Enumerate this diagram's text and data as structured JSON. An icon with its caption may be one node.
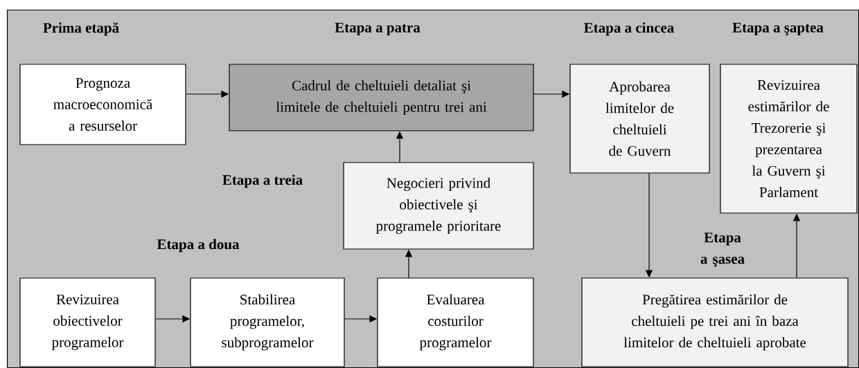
{
  "diagram": {
    "nodes": [
      {
        "text": [
          "Prognoza macroeconomică a resurselor"
        ]
      },
      {
        "text": [
          "Cadrul de cheltuieli detaliat şi limitele de cheltuieli pentru trei ani"
        ]
      },
      {
        "text": [
          "Aprobarea limitelor de cheltuieli de Guvern"
        ]
      },
      {
        "text": [
          "Revizuirea estimărilor de Trezorerie şi prezentarea la Guvern şi Parlament"
        ]
      },
      {
        "text": [
          "Negocieri privind obiectivele şi programele prioritare"
        ]
      },
      {
        "text": [
          "Revizuirea obiectivelor programelor"
        ]
      },
      {
        "text": [
          "Stabilirea programelor, subprogramelor"
        ]
      },
      {
        "text": [
          "Evaluarea costurilor programelor"
        ]
      },
      {
        "text": [
          "Pregătirea estimărilor de cheltuieli pe trei ani în baza limitelor de cheltuieli aprobate"
        ]
      }
    ],
    "edges": [
      {
        "from": 0,
        "to": 1,
        "arrow": "to"
      },
      {
        "from": 1,
        "to": 2,
        "arrow": "to"
      },
      {
        "from": 4,
        "to": 1,
        "arrow": "to"
      },
      {
        "from": 7,
        "to": 4,
        "arrow": "to"
      },
      {
        "from": 5,
        "to": 6,
        "arrow": "to"
      },
      {
        "from": 6,
        "to": 7,
        "arrow": "to"
      },
      {
        "from": 2,
        "to": 8,
        "arrow": "to"
      },
      {
        "from": 8,
        "to": 3,
        "arrow": "to"
      }
    ],
    "labels": [
      "Prima etapă",
      "Etapa a patra",
      "Etapa a cincea",
      "Etapa a şaptea",
      "Etapa a treia",
      "Etapa a doua",
      "Etapa a şasea"
    ]
  }
}
